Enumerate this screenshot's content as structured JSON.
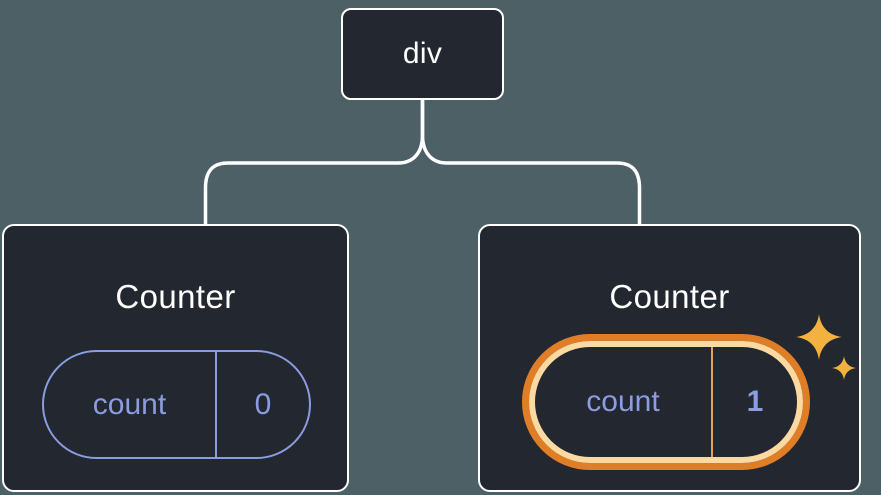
{
  "diagram": {
    "root": {
      "label": "div"
    },
    "children": [
      {
        "title": "Counter",
        "state": {
          "label": "count",
          "value": "0"
        },
        "highlighted": false
      },
      {
        "title": "Counter",
        "state": {
          "label": "count",
          "value": "1"
        },
        "highlighted": true
      }
    ]
  },
  "icons": {
    "sparkle": "✦"
  },
  "colors": {
    "background": "#4d6066",
    "node_bg": "#23272f",
    "node_border": "#ffffff",
    "state_accent": "#8b9ce2",
    "highlight_ring": "#df7e27",
    "highlight_inner": "#fcd9a1",
    "highlight_divider": "#e6a257",
    "sparkle_gold": "#f3b13f"
  }
}
